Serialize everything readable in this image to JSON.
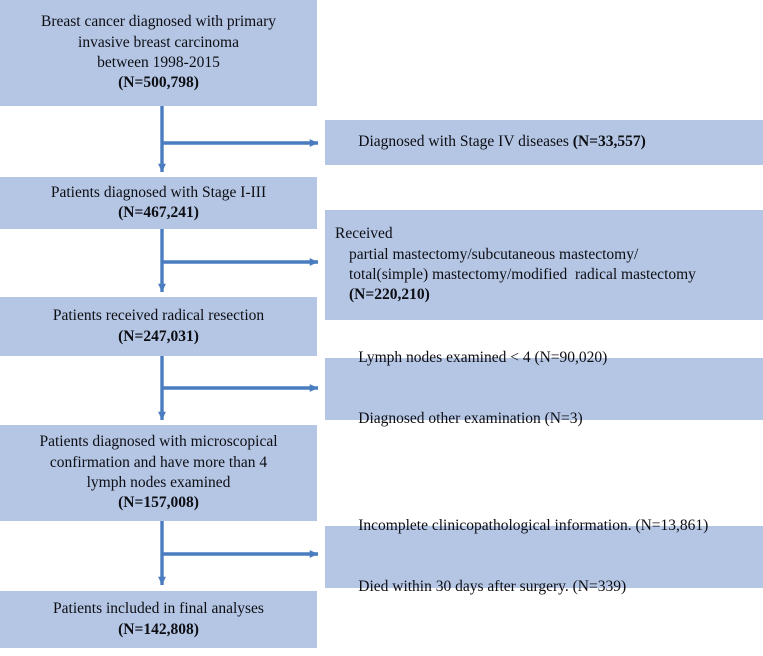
{
  "figure": {
    "type": "flow-diagram",
    "title": "Patient selection flow diagram",
    "colors": {
      "box_fill": "#b4c6e3",
      "connector": "#4a7cc0",
      "text": "#0d0d14"
    }
  },
  "main_boxes": [
    {
      "id": "cohort-source",
      "lines": [
        {
          "text": "Breast cancer diagnosed with primary",
          "bold": false
        },
        {
          "text": "invasive breast carcinoma",
          "bold": false
        },
        {
          "text": "between 1998-2015",
          "bold": false
        },
        {
          "text": "(N=500,798)",
          "bold": true
        }
      ]
    },
    {
      "id": "stage-i-iii",
      "lines": [
        {
          "text": "Patients diagnosed with Stage I-III",
          "bold": false
        },
        {
          "text": "(N=467,241)",
          "bold": true
        }
      ]
    },
    {
      "id": "radical-resection",
      "lines": [
        {
          "text": "Patients received radical resection",
          "bold": false
        },
        {
          "text": "(N=247,031)",
          "bold": true
        }
      ]
    },
    {
      "id": "microscopical-confirmation",
      "lines": [
        {
          "text": "Patients diagnosed with microscopical",
          "bold": false
        },
        {
          "text": "confirmation and have more than 4",
          "bold": false
        },
        {
          "text": "lymph nodes examined",
          "bold": false
        },
        {
          "text": "(N=157,008)",
          "bold": true
        }
      ]
    },
    {
      "id": "final-analyses",
      "lines": [
        {
          "text": "Patients included in final analyses",
          "bold": false
        },
        {
          "text": "(N=142,808)",
          "bold": true
        }
      ]
    }
  ],
  "exclusion_boxes": [
    {
      "id": "stage-iv-excluded",
      "rows": [
        [
          {
            "text": "Diagnosed with Stage IV diseases ",
            "bold": false,
            "indent": false
          },
          {
            "text": "(N=33,557)",
            "bold": true,
            "indent": false
          }
        ]
      ]
    },
    {
      "id": "non-radical-surgery-excluded",
      "rows": [
        [
          {
            "text": "Received",
            "bold": false,
            "indent": false
          }
        ],
        [
          {
            "text": "partial mastectomy/subcutaneous mastectomy/",
            "bold": false,
            "indent": true
          }
        ],
        [
          {
            "text": "total(simple) mastectomy/modified  radical mastectomy",
            "bold": false,
            "indent": true
          }
        ],
        [
          {
            "text": "(N=220,210)",
            "bold": true,
            "indent": true
          }
        ]
      ]
    },
    {
      "id": "lymph-node-excluded",
      "rows": [
        [
          {
            "text": "Lymph nodes examined < 4 ",
            "bold": false,
            "indent": false
          },
          {
            "text": "(N=90,020)",
            "bold": true,
            "indent": false
          }
        ],
        [
          {
            "text": "Diagnosed other examination ",
            "bold": false,
            "indent": false
          },
          {
            "text": "(N=3)",
            "bold": true,
            "indent": false
          }
        ]
      ]
    },
    {
      "id": "incomplete-data-excluded",
      "rows": [
        [
          {
            "text": "Incomplete clinicopathological information. ",
            "bold": false,
            "indent": false
          },
          {
            "text": "(N=13,861)",
            "bold": true,
            "indent": false
          }
        ],
        [
          {
            "text": "Died within 30 days after surgery. ",
            "bold": false,
            "indent": false
          },
          {
            "text": "(N=339)",
            "bold": true,
            "indent": false
          }
        ]
      ]
    }
  ]
}
